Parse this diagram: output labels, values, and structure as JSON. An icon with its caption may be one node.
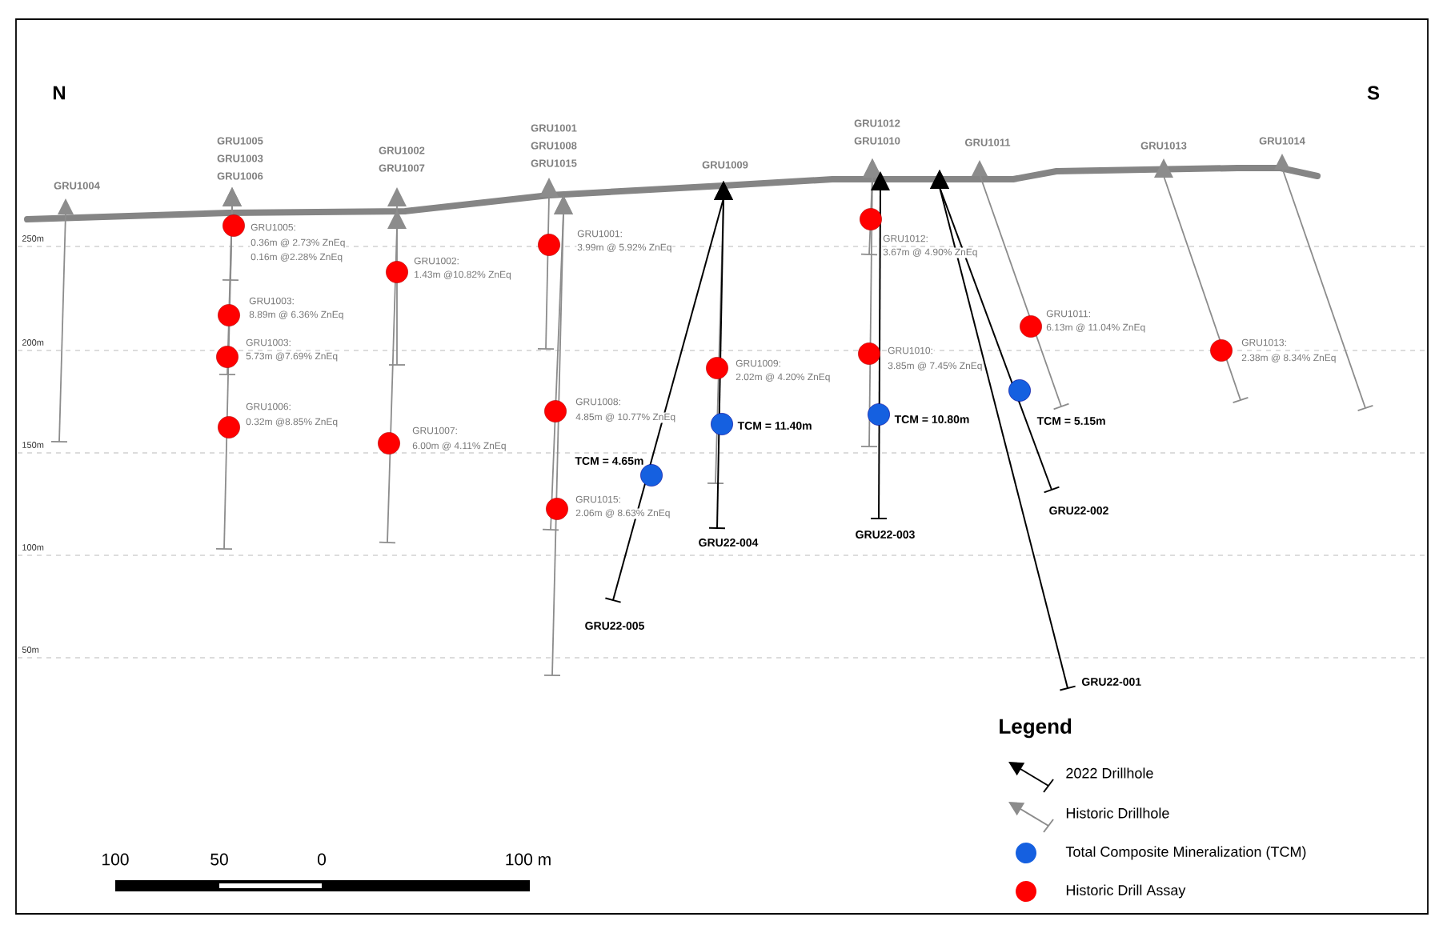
{
  "diagram": {
    "labels": [
      "N",
      "S",
      "GRU1004",
      "GRU1005",
      "GRU1003",
      "GRU1006",
      "GRU1002",
      "GRU1007",
      "GRU1001",
      "GRU1008",
      "GRU1015",
      "GRU1009",
      "GRU1012",
      "GRU1010",
      "GRU1011",
      "GRU1013",
      "GRU1014",
      "250m",
      "200m",
      "150m",
      "100m",
      "50m",
      "GRU1005:",
      "0.36m @ 2.73% ZnEq",
      "0.16m @2.28% ZnEq",
      "GRU1003:",
      "8.89m @ 6.36% ZnEq",
      "GRU1003:",
      "5.73m @7.69% ZnEq",
      "GRU1006:",
      "0.32m @8.85% ZnEq",
      "GRU1002:",
      "1.43m @10.82% ZnEq",
      "GRU1007:",
      "6.00m @ 4.11% ZnEq",
      "GRU1001:",
      "3.99m @ 5.92% ZnEq",
      "GRU1008:",
      "4.85m @ 10.77% ZnEq",
      "GRU1015:",
      "2.06m @ 8.63% ZnEq",
      "GRU1009:",
      "2.02m @ 4.20% ZnEq",
      "GRU1012:",
      "3.67m @ 4.90% ZnEq",
      "GRU1010:",
      "3.85m @ 7.45% ZnEq",
      "GRU1011:",
      "6.13m @ 11.04% ZnEq",
      "GRU1013:",
      "2.38m @ 8.34% ZnEq",
      "TCM = 4.65m",
      "TCM = 11.40m",
      "TCM = 10.80m",
      "TCM = 5.15m",
      "GRU22-005",
      "GRU22-004",
      "GRU22-003",
      "GRU22-002",
      "GRU22-001",
      "Legend",
      "100",
      "50",
      "0",
      "100 m"
    ],
    "legend": [
      {
        "text": "2022 Drillhole"
      },
      {
        "text": "Historic Drillhole"
      },
      {
        "text": "Total Composite Mineralization (TCM)",
        "color": "#1560e0"
      },
      {
        "text": "Historic Drill Assay",
        "color": "#ff0000"
      }
    ]
  }
}
